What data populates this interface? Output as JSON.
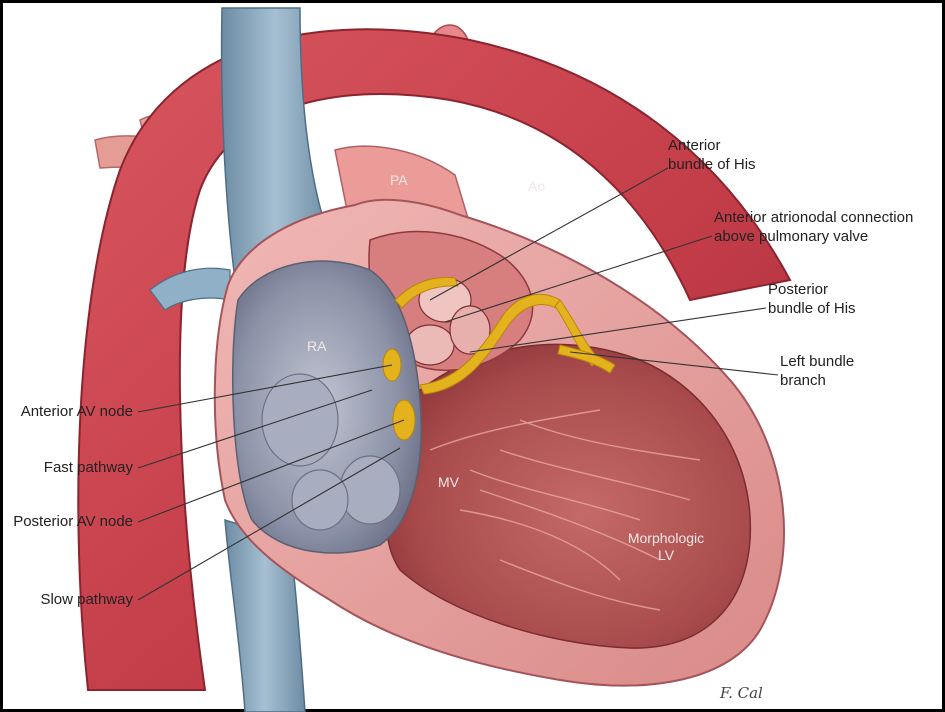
{
  "diagram": {
    "left_labels": {
      "anterior_av_node": "Anterior AV node",
      "fast_pathway": "Fast pathway",
      "posterior_av_node": "Posterior AV node",
      "slow_pathway": "Slow pathway"
    },
    "right_labels": {
      "anterior_his_line1": "Anterior",
      "anterior_his_line2": "bundle of His",
      "atrionodal_line1": "Anterior atrionodal connection",
      "atrionodal_line2": "above pulmonary valve",
      "posterior_his_line1": "Posterior",
      "posterior_his_line2": "bundle of His",
      "left_bundle_line1": "Left bundle",
      "left_bundle_line2": "branch"
    },
    "inner_labels": {
      "pa": "PA",
      "ao": "Ao",
      "ra": "RA",
      "mv": "MV",
      "lv_line1": "Morphologic",
      "lv_line2": "LV"
    },
    "signature": "F. Cal"
  },
  "colors": {
    "aorta": "#c8424f",
    "aorta_dark": "#9c2a36",
    "muscle": "#e8a2a0",
    "muscle_dark": "#8e3a3c",
    "cavity": "#b85a5a",
    "vein": "#86a6bd",
    "vein_dark": "#5f7f98",
    "atrium": "#9aa0b3",
    "conduction": "#e3b21c",
    "frame": "#000000"
  }
}
